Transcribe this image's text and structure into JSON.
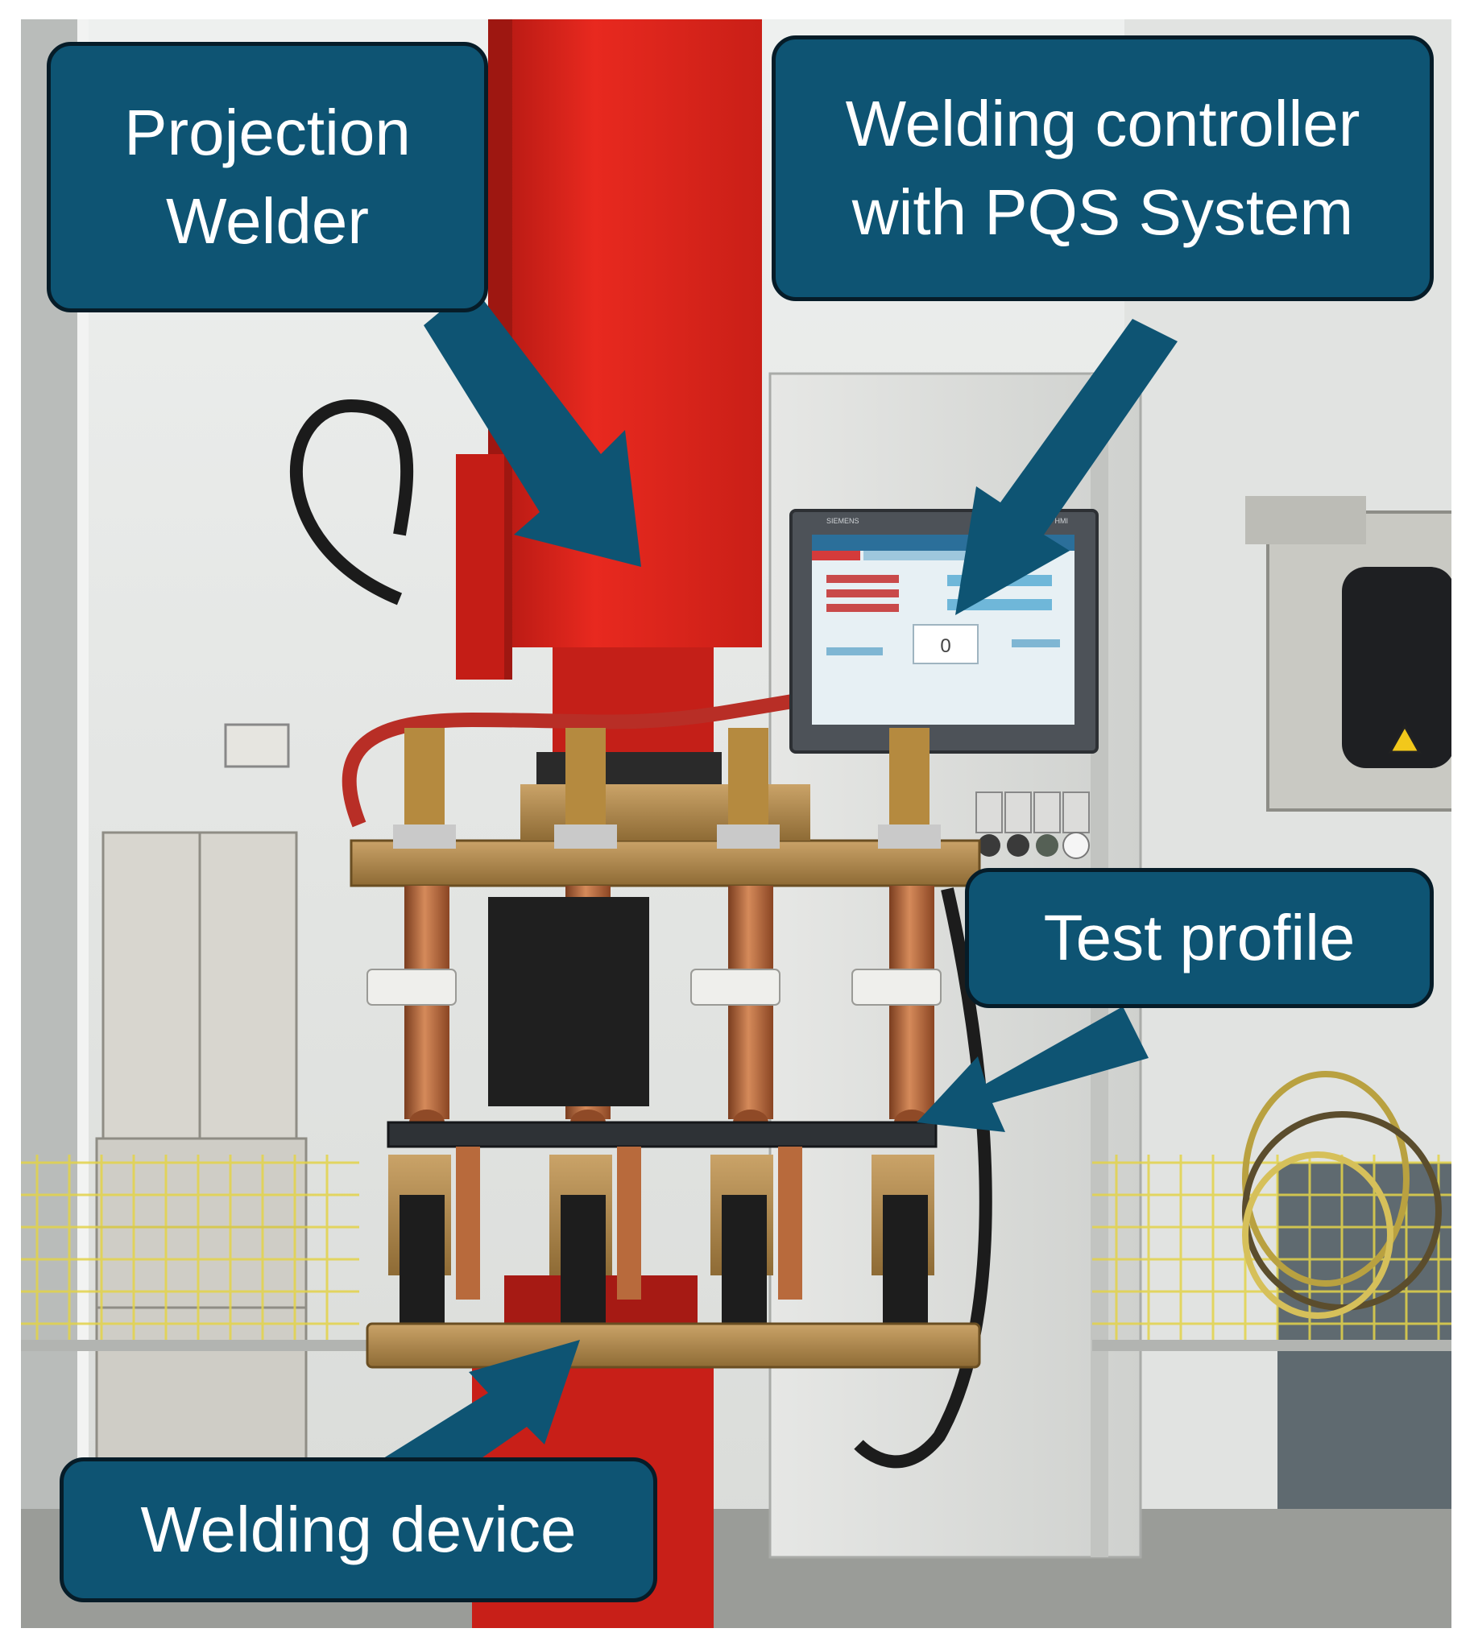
{
  "callouts": {
    "projection_welder": {
      "lines": [
        "Projection",
        "Welder"
      ]
    },
    "welding_controller": {
      "lines": [
        "Welding controller",
        "with PQS System"
      ]
    },
    "test_profile": {
      "lines": [
        "Test profile"
      ]
    },
    "welding_device": {
      "lines": [
        "Welding device"
      ]
    }
  },
  "hmi_screen": {
    "brand": "SIEMENS",
    "model": "SIMATIC HMI",
    "counter_value": "0"
  },
  "colors": {
    "callout_fill": "#0e5473",
    "callout_border": "#061c28",
    "callout_text": "#ffffff",
    "machine_red": "#e0241c",
    "copper": "#b86a3c",
    "brass": "#b08a4a"
  },
  "icons": [
    "arrow-icon",
    "warning-triangle-icon"
  ]
}
